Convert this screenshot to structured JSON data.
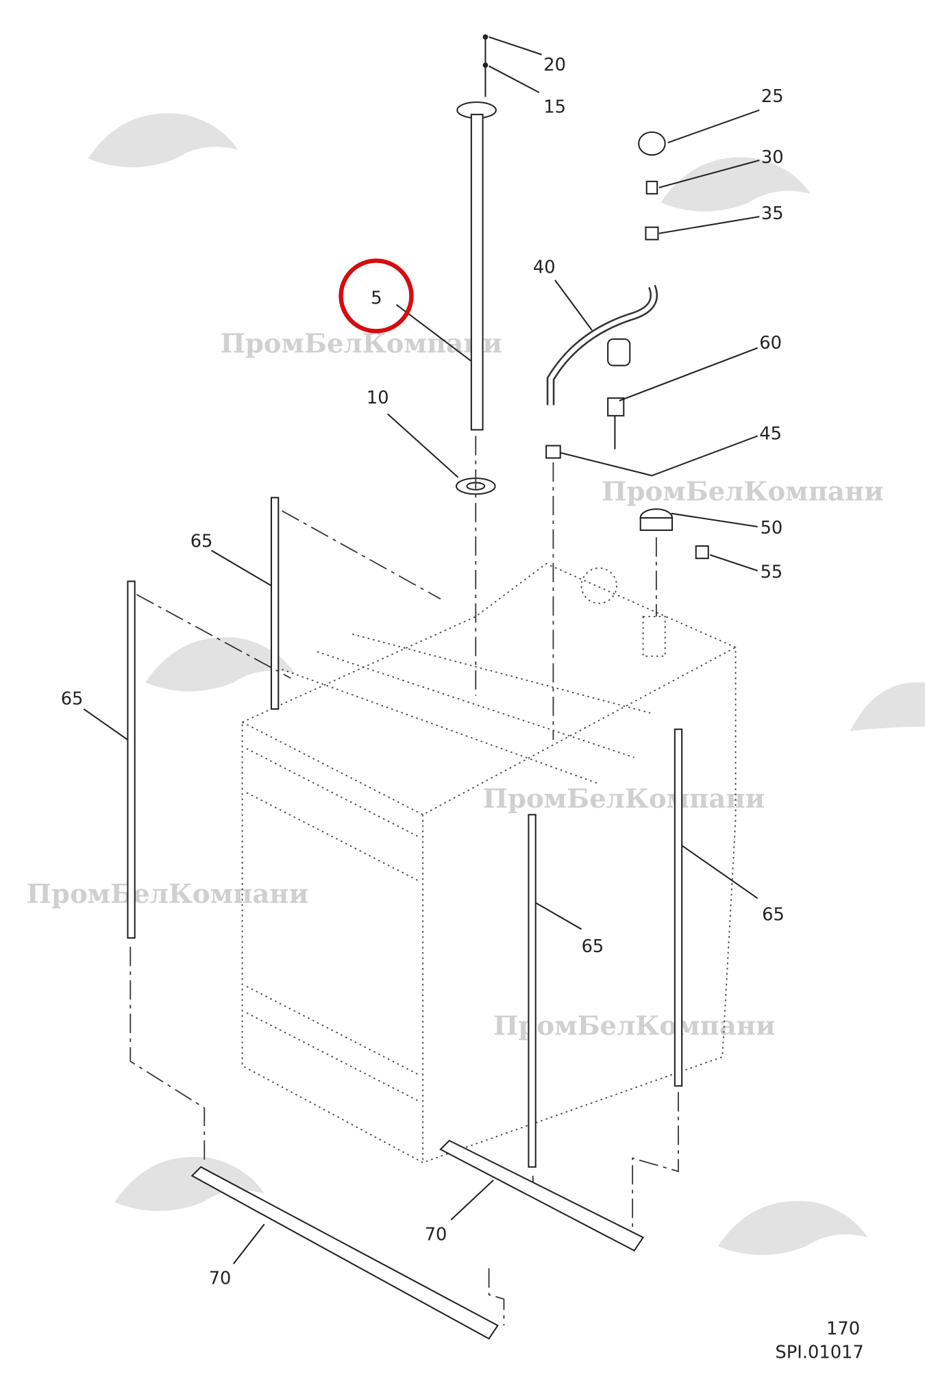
{
  "diagram": {
    "page_number": "170",
    "drawing_code": "SPI.01017",
    "watermark_text": "ПромБелКомпани",
    "highlight_color": "#d40d12",
    "callouts": {
      "c20": "20",
      "c15": "15",
      "c25": "25",
      "c30": "30",
      "c35": "35",
      "c40": "40",
      "c60": "60",
      "c45": "45",
      "c50": "50",
      "c55": "55",
      "c5": "5",
      "c10": "10",
      "c65a": "65",
      "c65b": "65",
      "c65c": "65",
      "c65d": "65",
      "c70a": "70",
      "c70b": "70"
    },
    "highlighted_callout": "5"
  }
}
